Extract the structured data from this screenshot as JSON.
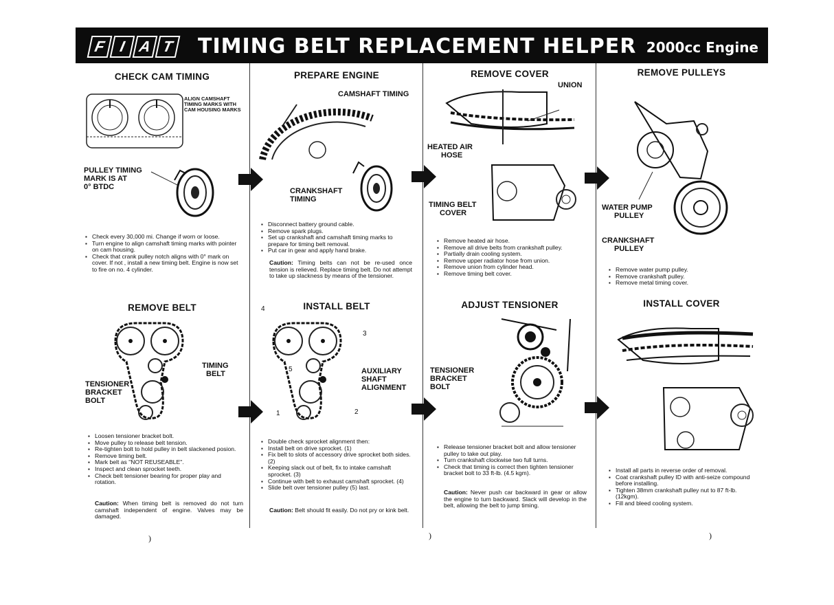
{
  "banner": {
    "logo_letters": [
      "F",
      "I",
      "A",
      "T"
    ],
    "title": "TIMING BELT REPLACEMENT HELPER",
    "subtitle": "2000cc Engine"
  },
  "panels": {
    "check_cam": {
      "heading": "CHECK CAM TIMING",
      "label_align": "ALIGN CAMSHAFT TIMING MARKS WITH CAM HOUSING MARKS",
      "label_pulley": [
        "PULLEY TIMING",
        "MARK IS AT",
        "0° BTDC"
      ],
      "items": [
        "Check every 30,000 mi. Change if worn or loose.",
        "Turn engine to align camshaft timing marks with pointer on cam housing.",
        "Check that crank pulley notch aligns with 0° mark on cover. If not , install a new timing belt. Engine is now set to fire on no. 4 cylinder."
      ]
    },
    "prepare": {
      "heading": "PREPARE ENGINE",
      "label_cam": "CAMSHAFT TIMING",
      "label_crank": [
        "CRANKSHAFT",
        "TIMING"
      ],
      "items": [
        "Disconnect battery ground cable.",
        "Remove spark plugs.",
        "Set up crankshaft and camshaft timing marks to prepare for timing belt removal.",
        "Put car in gear and apply hand brake."
      ],
      "caution_label": "Caution:",
      "caution_text": "Timing belts can not be re-used once tension is relieved. Replace timing belt. Do not attempt to take up slackness by means of the tensioner."
    },
    "remove_cover": {
      "heading": "REMOVE COVER",
      "label_union": "UNION",
      "label_hose": [
        "HEATED AIR",
        "HOSE"
      ],
      "label_cover": [
        "TIMING BELT",
        "COVER"
      ],
      "items": [
        "Remove heated air hose.",
        "Remove all drive belts from crankshaft pulley.",
        "Partially drain cooling system.",
        "Remove upper radiator hose from union.",
        "Remove union from cylinder head.",
        "Remove timing belt cover."
      ]
    },
    "remove_pulleys": {
      "heading": "REMOVE PULLEYS",
      "label_water": [
        "WATER PUMP",
        "PULLEY"
      ],
      "label_crank": [
        "CRANKSHAFT",
        "PULLEY"
      ],
      "items": [
        "Remove water pump pulley.",
        "Remove crankshaft pulley.",
        "Remove metal timing cover."
      ]
    },
    "remove_belt": {
      "heading": "REMOVE BELT",
      "label_belt": [
        "TIMING",
        "BELT"
      ],
      "label_tensioner": [
        "TENSIONER",
        "BRACKET",
        "BOLT"
      ],
      "items": [
        "Loosen tensioner bracket bolt.",
        "Move pulley to release belt tension.",
        "Re-tighten bolt to hold pulley in belt slackened posion.",
        "Remove timing belt.",
        "Mark belt as \"NOT REUSEABLE\".",
        "Inspect and clean sprocket teeth.",
        "Check belt tensioner bearing for proper play and rotation."
      ],
      "caution_label": "Caution:",
      "caution_text": "When timing belt is removed do not turn camshaft independent of engine. Valves may be damaged."
    },
    "install_belt": {
      "heading": "INSTALL BELT",
      "label_aux": [
        "AUXILIARY",
        "SHAFT",
        "ALIGNMENT"
      ],
      "numbers": [
        "4",
        "3",
        "5",
        "1",
        "2"
      ],
      "items": [
        "Double check sprocket alignment then:",
        "Install belt on drive sprocket. (1)",
        "Fix belt to slots of accessory drive sprocket both sides. (2)",
        "Keeping slack out of belt, fix to intake camshaft sprocket. (3)",
        "Continue with belt to exhaust camshaft sprocket. (4)",
        "Slide belt over tensioner pulley (5) last."
      ],
      "caution_label": "Caution:",
      "caution_text": "Belt should fit easily. Do not pry or kink belt."
    },
    "adjust": {
      "heading": "ADJUST TENSIONER",
      "label_tensioner": [
        "TENSIONER",
        "BRACKET",
        "BOLT"
      ],
      "items": [
        "Release tensioner bracket bolt and allow tensioner pulley to take out play.",
        "Turn crankshaft clockwise two full turns.",
        "Check that timing is correct then tighten tensioner bracket bolt to 33 ft-lb. (4.5 kgm)."
      ],
      "caution_label": "Caution:",
      "caution_text": "Never push car backward in gear or allow the engine to turn backward. Slack will develop in the belt, allowing the belt to jump timing."
    },
    "install_cover": {
      "heading": "INSTALL COVER",
      "items": [
        "Install all parts in reverse order of removal.",
        "Coat crankshaft pulley ID with anti-seize compound before installing.",
        "Tighten 38mm crankshaft pulley nut to 87 ft-lb. (12kgm).",
        "Fill and bleed cooling system."
      ]
    }
  },
  "margin_marks": [
    ")",
    ")",
    ")"
  ]
}
